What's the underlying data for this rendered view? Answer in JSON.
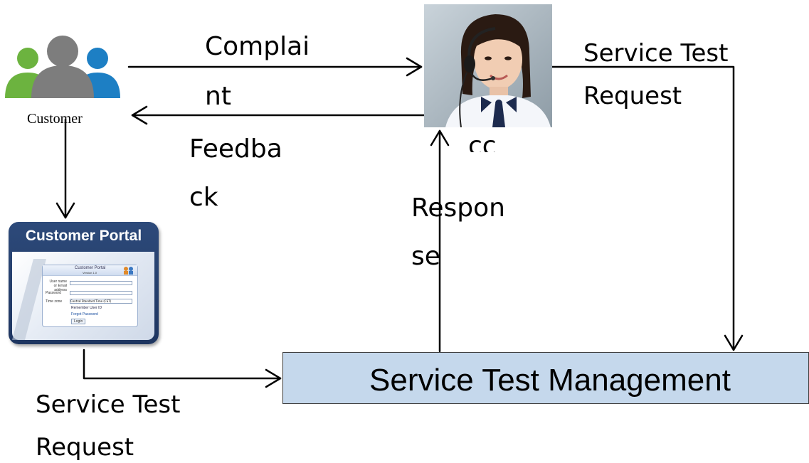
{
  "nodes": {
    "customer": {
      "label": "Customer"
    },
    "operator": {
      "label": "cc"
    },
    "portal": {
      "title": "Customer Portal",
      "card_title": "Customer Portal",
      "card_version": "Version 1.0",
      "fields": [
        "User name or Email address",
        "Password",
        "Time zone"
      ],
      "timezone_value": "Central Standard Time (CST)",
      "remember": "Remember User ID",
      "forgot": "Forgot Password",
      "login_button": "Login"
    },
    "service_test_management": {
      "label": "Service Test Management"
    }
  },
  "edges": {
    "complaint": {
      "line1": "Complai",
      "line2": "nt"
    },
    "feedback": {
      "line1": "Feedba",
      "line2": "ck"
    },
    "response": {
      "line1": "Respon",
      "line2": "se"
    },
    "service_test_request_top": {
      "line1": "Service Test",
      "line2": "Request"
    },
    "service_test_request_bottom": {
      "line1": "Service Test",
      "line2": "Request"
    }
  },
  "colors": {
    "stm_fill": "#c5d8ec",
    "portal_frame": "#2d4a7a",
    "person_green": "#6cb33f",
    "person_gray": "#7d7d7d",
    "person_blue": "#1d7fc4"
  }
}
